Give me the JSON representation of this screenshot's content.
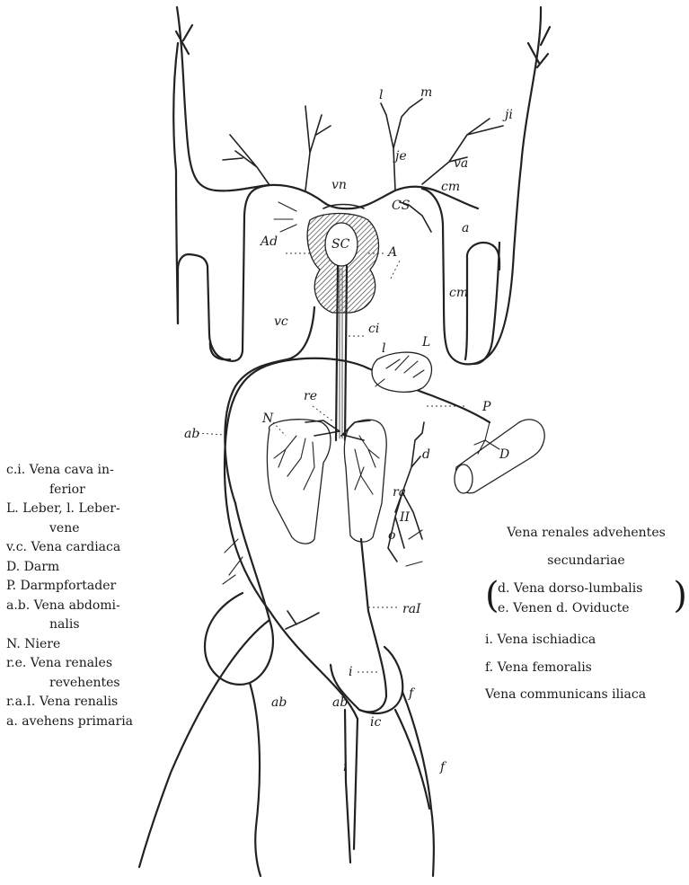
{
  "labels": {
    "m": "m",
    "l_top": "l",
    "ji": "ji",
    "je": "je",
    "va": "va",
    "vn": "vn",
    "cm_top": "cm",
    "CS": "CS",
    "a": "a",
    "Ad": "Ad",
    "SC": "SC",
    "A": "A",
    "cm_right": "cm",
    "vc": "vc",
    "ci": "ci",
    "L": "L",
    "l_liver": "l",
    "re": "re",
    "N": "N",
    "P": "P",
    "ab_left": "ab",
    "D": "D",
    "d": "d",
    "ra": "ra",
    "II": "II",
    "o": "o",
    "raI": "raI",
    "i_upper": "i",
    "f_upper": "f",
    "ab_low_left": "ab",
    "ab_low_mid": "ab",
    "ic": "ic",
    "i_lower": "i",
    "f_lower": "f"
  },
  "legend_left": {
    "ci_1": "c.i.  Vena cava in-",
    "ci_2": "ferior",
    "L_1": "L.  Leber, l. Leber-",
    "L_2": "vene",
    "vc": "v.c.  Vena cardiaca",
    "D": "D.  Darm",
    "P": "P.  Darmpfortader",
    "ab_1": "a.b.  Vena abdomi-",
    "ab_2": "nalis",
    "N": "N.  Niere",
    "re_1": "r.e.  Vena renales",
    "re_2": "revehentes",
    "ra_1": "r.a.I.  Vena renalis",
    "ra_2": "a.  avehens primaria"
  },
  "legend_right": {
    "title_1": "Vena renales advehentes",
    "title_2": "secundariae",
    "d": "d.  Vena  dorso-lumbalis",
    "e": "e.  Venen d. Oviducte",
    "i": "i.  Vena ischiadica",
    "f": "f.  Vena femoralis",
    "ic": "Vena communicans iliaca"
  }
}
